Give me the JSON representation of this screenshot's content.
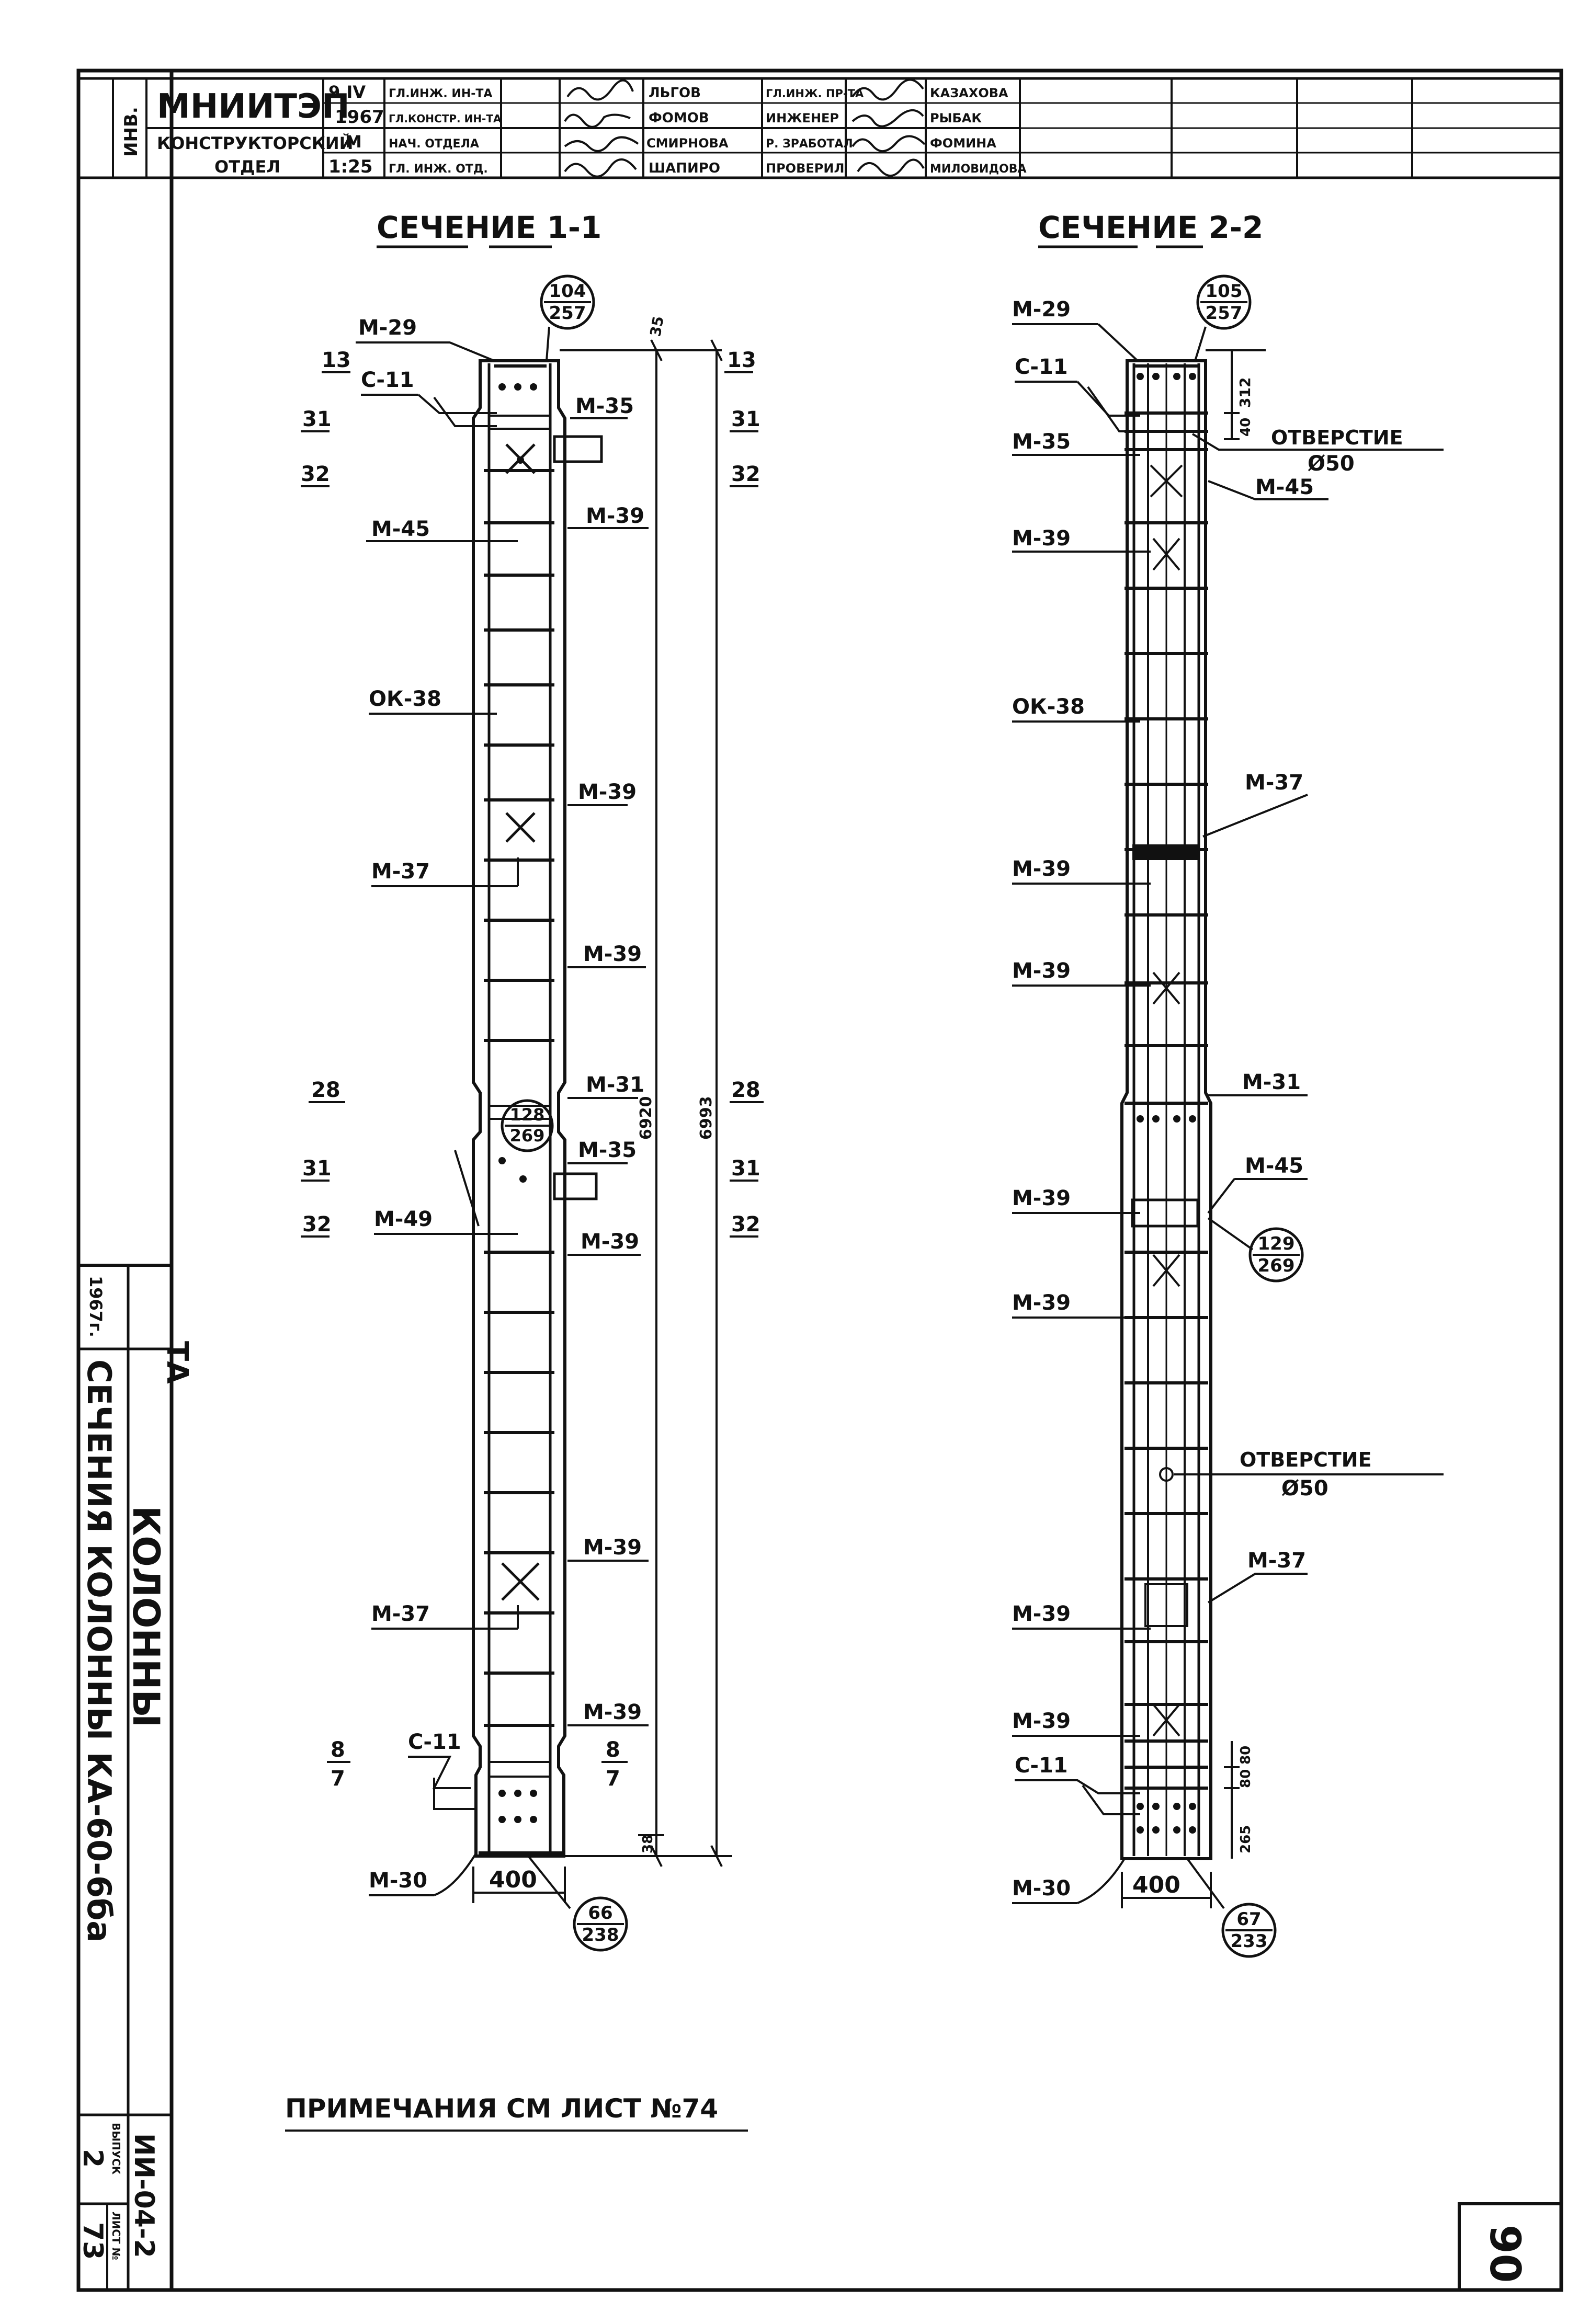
{
  "title_block": {
    "org": "МНИИТЭП",
    "department_line1": "КОНСТРУКТОРСКИЙ",
    "department_line2": "ОТДЕЛ",
    "date_day": "9.IV",
    "year": "1967",
    "sheet_word": "M",
    "scale": "1:25",
    "side_mark": "ИНВ.",
    "rows": [
      {
        "role": "ГЛ.ИНЖ. ИН-ТА",
        "name": "ЛЬГОВ",
        "role2": "ГЛ.ИНЖ. ПР-ТА",
        "name2": "КАЗАХОВА"
      },
      {
        "role": "ГЛ.КОНСТР. ИН-ТА",
        "name": "ФОМОВ",
        "role2": "ИНЖЕНЕР",
        "name2": "РЫБАК"
      },
      {
        "role": "НАЧ. ОТДЕЛА",
        "name": "СМИРНОВА",
        "role2": "Р. ЗРАБОТАЛ",
        "name2": "ФОМИНА"
      },
      {
        "role": "ГЛ. ИНЖ. ОТД.",
        "name": "ШАПИРО",
        "role2": "ПРОВЕРИЛ",
        "name2": "МИЛОВИДОВА"
      }
    ]
  },
  "section1": {
    "title": "СЕЧЕНИЕ 1-1",
    "labels": {
      "m29": "М-29",
      "c11": "С-11",
      "m35a": "М-35",
      "m45": "М-45",
      "m39a": "М-39",
      "ok38": "ОК-38",
      "m39b": "М-39",
      "m37a": "М-37",
      "m39c": "М-39",
      "m31": "М-31",
      "m35b": "М-35",
      "m49": "М-49",
      "m39d": "М-39",
      "m39e": "М-39",
      "m37b": "М-37",
      "m39f": "М-39",
      "c11b": "С-11",
      "m30": "М-30"
    },
    "level_marks": {
      "l13": "13",
      "l31": "31",
      "l32": "32",
      "l28": "28",
      "l31b": "31",
      "l32b": "32",
      "l8": "8",
      "l7": "7"
    },
    "dims": {
      "top": "35",
      "inner": "6920",
      "outer": "6993",
      "bottom": "38",
      "width": "400"
    },
    "callouts": [
      {
        "top": "104",
        "bottom": "257"
      },
      {
        "top": "128",
        "bottom": "269"
      },
      {
        "top": "66",
        "bottom": "238"
      }
    ]
  },
  "section2": {
    "title": "СЕЧЕНИЕ 2-2",
    "labels": {
      "m29": "М-29",
      "c11": "С-11",
      "m35": "М-35",
      "m45a": "М-45",
      "m39a": "М-39",
      "ok38": "ОК-38",
      "m37a": "М-37",
      "m39b": "М-39",
      "m39c": "М-39",
      "m31": "М-31",
      "m39d": "М-39",
      "m45b": "М-45",
      "m39e": "М-39",
      "m37b": "М-37",
      "m39f": "М-39",
      "m39g": "М-39",
      "c11b": "С-11",
      "m30": "М-30"
    },
    "hole1": "ОТВЕРСТИЕ",
    "hole1_d": "Ø50",
    "hole2": "ОТВЕРСТИЕ",
    "hole2_d": "Ø50",
    "dims": {
      "top": "312",
      "top2": "40",
      "b1": "80",
      "b2": "80",
      "b3": "265",
      "width": "400"
    },
    "callouts": [
      {
        "top": "105",
        "bottom": "257"
      },
      {
        "top": "129",
        "bottom": "269"
      },
      {
        "top": "67",
        "bottom": "233"
      }
    ]
  },
  "note": "ПРИМЕЧАНИЯ СМ ЛИСТ №74",
  "side_stamp": {
    "ta": "ТА",
    "year": "1967г.",
    "subject": "КОЛОННЫ",
    "drawing_title": "СЕЧЕНИЯ КОЛОННЫ КА-60-6бa",
    "series": "ИИ-04-2",
    "issue_label": "ВЫПУСК",
    "sheet_label": "ЛИСТ №",
    "issue": "2",
    "sheet": "73"
  },
  "page_number": "90"
}
